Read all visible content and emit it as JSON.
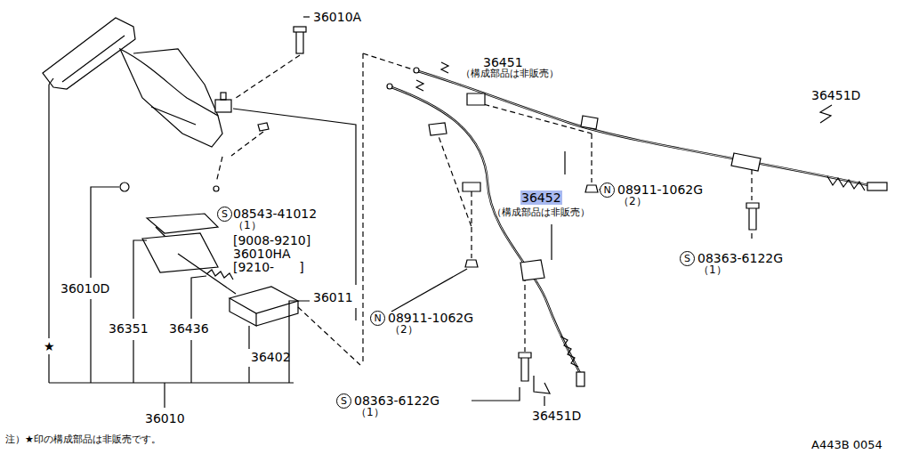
{
  "diagram": {
    "labels": [
      "36010A",
      "36451",
      "（構成部品は非販売）",
      "36451D",
      "S",
      "08543-41012",
      "（1）",
      "[9008-9210]",
      "36010HA",
      "[9210-　　]",
      "36010D",
      "36011",
      "36351",
      "36436",
      "36402",
      "★",
      "36010",
      "N",
      "08911-1062G",
      "（2）",
      "36452",
      "（構成部品は非販売）",
      "S",
      "08363-6122G",
      "（1）",
      "N",
      "08911-1062G",
      "（2）",
      "S",
      "08363-6122G",
      "（1）",
      "36451D",
      "注）★印の構成部品は非販売です。",
      "A443B 0054"
    ]
  }
}
